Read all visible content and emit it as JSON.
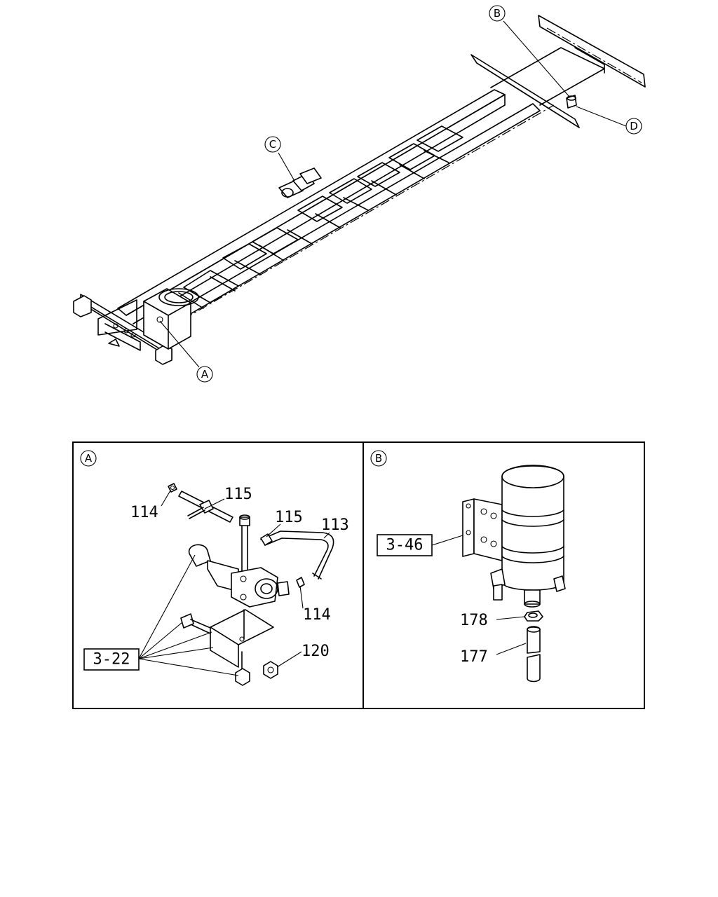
{
  "callouts": {
    "a": "A",
    "b": "B",
    "c": "C",
    "d": "D"
  },
  "panel_a": {
    "title": "A",
    "ref": "3-22",
    "labels": {
      "p114_top": "114",
      "p115_top": "115",
      "p115_mid": "115",
      "p113": "113",
      "p114_bot": "114",
      "p120": "120"
    }
  },
  "panel_b": {
    "title": "B",
    "ref": "3-46",
    "labels": {
      "p178": "178",
      "p177": "177"
    }
  }
}
